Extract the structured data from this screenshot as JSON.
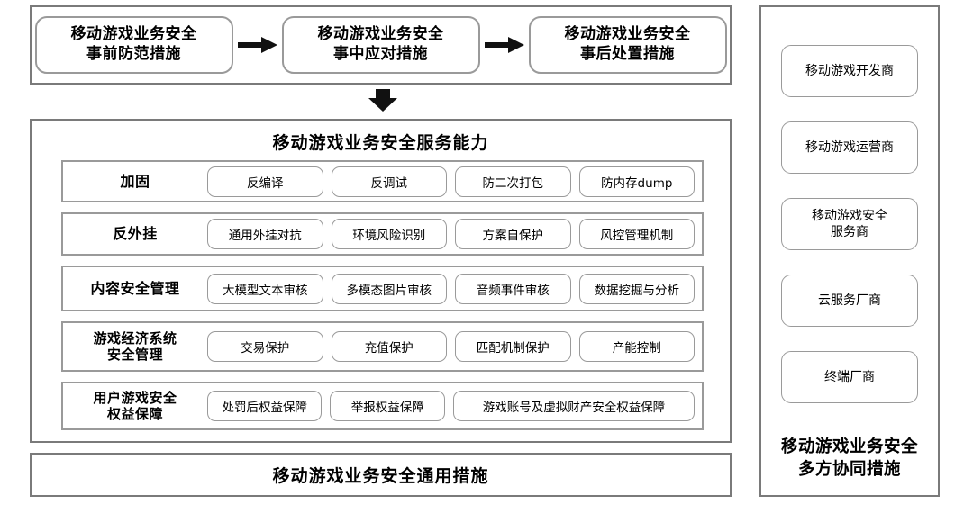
{
  "stages": {
    "boxes": [
      {
        "line1": "移动游戏业务安全",
        "line2": "事前防范措施"
      },
      {
        "line1": "移动游戏业务安全",
        "line2": "事中应对措施"
      },
      {
        "line1": "移动游戏业务安全",
        "line2": "事后处置措施"
      }
    ],
    "arrow_icon": "arrow-right-icon",
    "down_arrow_icon": "arrow-down-icon"
  },
  "capability": {
    "title": "移动游戏业务安全服务能力",
    "rows": [
      {
        "label": "加固",
        "items": [
          "反编译",
          "反调试",
          "防二次打包",
          "防内存dump"
        ]
      },
      {
        "label": "反外挂",
        "items": [
          "通用外挂对抗",
          "环境风险识别",
          "方案自保护",
          "风控管理机制"
        ]
      },
      {
        "label": "内容安全管理",
        "items": [
          "大模型文本审核",
          "多模态图片审核",
          "音频事件审核",
          "数据挖掘与分析"
        ]
      },
      {
        "label_line1": "游戏经济系统",
        "label_line2": "安全管理",
        "items": [
          "交易保护",
          "充值保护",
          "匹配机制保护",
          "产能控制"
        ]
      },
      {
        "label_line1": "用户游戏安全",
        "label_line2": "权益保障",
        "items": [
          "处罚后权益保障",
          "举报权益保障",
          "游戏账号及虚拟财产安全权益保障"
        ]
      }
    ]
  },
  "general": {
    "title": "移动游戏业务安全通用措施"
  },
  "parties": {
    "items": [
      {
        "line1": "移动游戏开发商",
        "line2": ""
      },
      {
        "line1": "移动游戏运营商",
        "line2": ""
      },
      {
        "line1": "移动游戏安全",
        "line2": "服务商"
      },
      {
        "line1": "云服务厂商",
        "line2": ""
      },
      {
        "line1": "终端厂商",
        "line2": ""
      }
    ],
    "caption_line1": "移动游戏业务安全",
    "caption_line2": "多方协同措施"
  },
  "colors": {
    "panel_border": "#7a7a7a",
    "box_border": "#9a9a9a",
    "text": "#000000",
    "background": "#ffffff"
  }
}
